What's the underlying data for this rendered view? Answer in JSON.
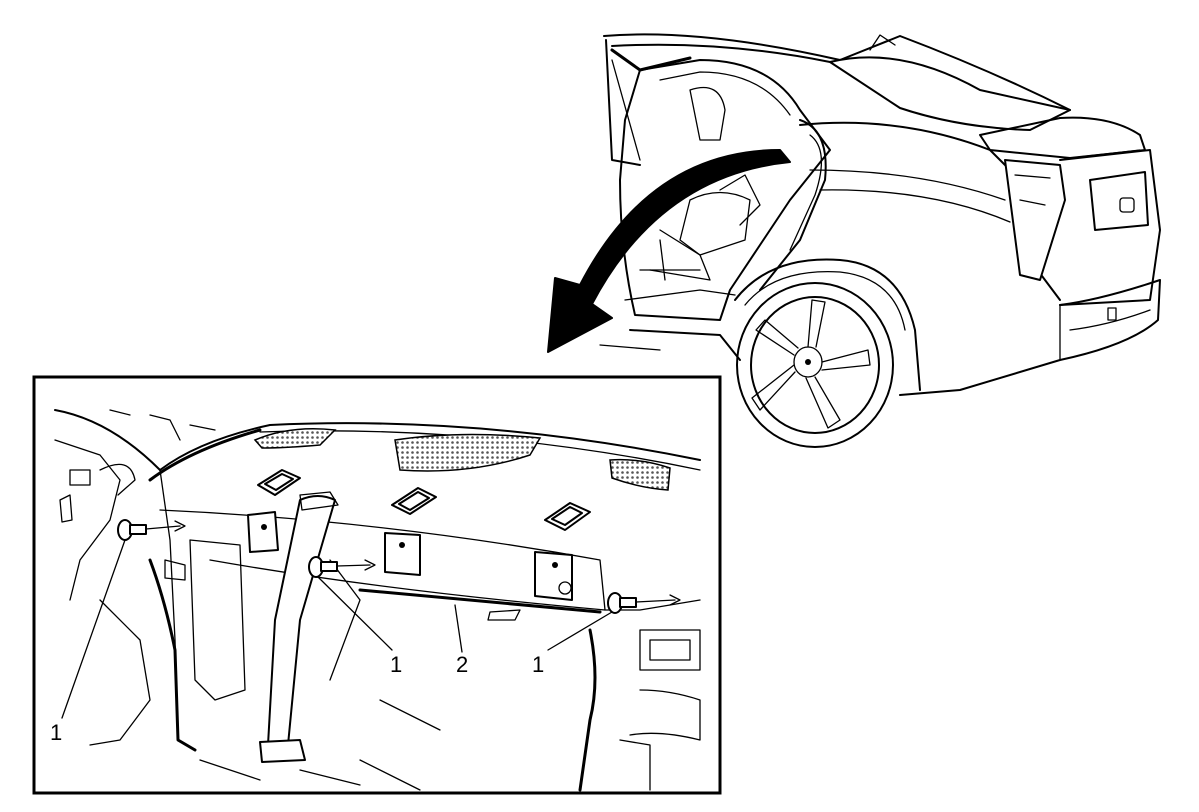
{
  "callouts": {
    "fastener_left": "1",
    "fastener_center": "1",
    "fastener_right": "1",
    "panel": "2"
  },
  "colors": {
    "line": "#000000",
    "background": "#ffffff",
    "speaker_mesh": "#777777"
  },
  "icons": {
    "arrow": "curved-arrow-icon"
  }
}
